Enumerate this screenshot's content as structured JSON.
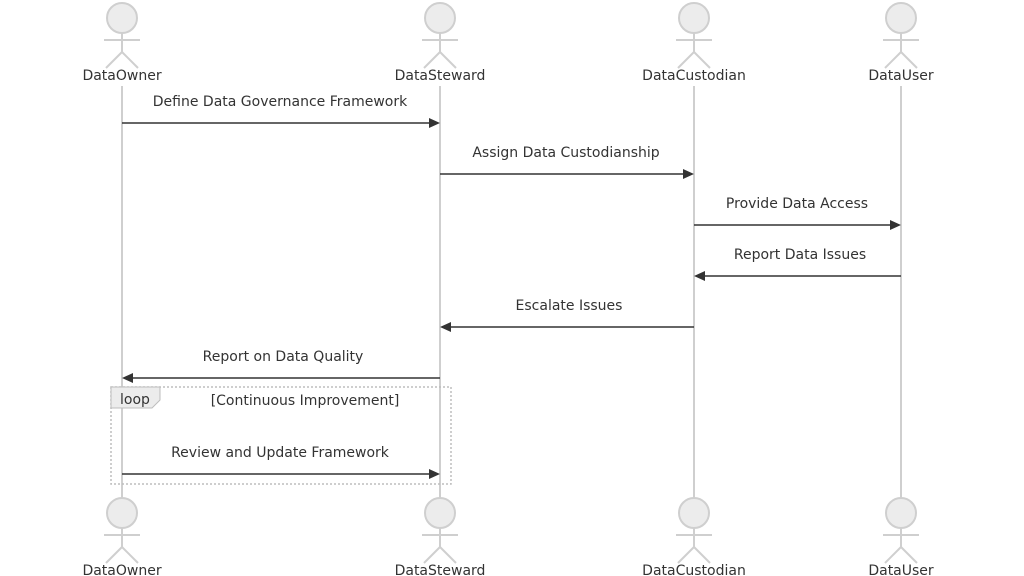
{
  "participants": [
    {
      "name": "DataOwner"
    },
    {
      "name": "DataSteward"
    },
    {
      "name": "DataCustodian"
    },
    {
      "name": "DataUser"
    }
  ],
  "messages": [
    {
      "from": 0,
      "to": 1,
      "text": "Define Data Governance Framework"
    },
    {
      "from": 1,
      "to": 2,
      "text": "Assign Data Custodianship"
    },
    {
      "from": 2,
      "to": 3,
      "text": "Provide Data Access"
    },
    {
      "from": 3,
      "to": 2,
      "text": "Report Data Issues"
    },
    {
      "from": 2,
      "to": 1,
      "text": "Escalate Issues"
    },
    {
      "from": 1,
      "to": 0,
      "text": "Report on Data Quality"
    },
    {
      "from": 0,
      "to": 1,
      "text": "Review and Update Framework"
    }
  ],
  "loop": {
    "label": "loop",
    "condition": "[Continuous Improvement]"
  },
  "colors": {
    "lifeline": "#cfcfcf",
    "actor_fill": "#ececec",
    "message": "#333333"
  }
}
